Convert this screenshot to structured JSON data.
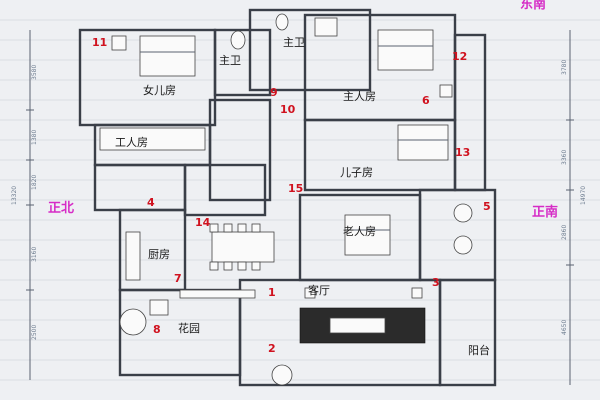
{
  "directions": {
    "north": "正北",
    "south": "正南",
    "southeast": "东南"
  },
  "rooms": {
    "daughter": "女儿房",
    "master_bath_left": "主卫",
    "master_bath_right": "主卫",
    "master_bed": "主人房",
    "maid": "工人房",
    "son": "儿子房",
    "kitchen": "厨房",
    "elder": "老人房",
    "living": "客厅",
    "garden": "花园",
    "balcony": "阳台"
  },
  "markers": [
    "1",
    "2",
    "3",
    "4",
    "5",
    "6",
    "7",
    "8",
    "9",
    "10",
    "11",
    "12",
    "13",
    "14",
    "15"
  ],
  "dimensions": {
    "left": [
      "3580",
      "1380",
      "1820",
      "13320",
      "3160",
      "2500"
    ],
    "right": [
      "3780",
      "3360",
      "2860",
      "14970",
      "4650"
    ]
  },
  "colors": {
    "marker": "#d0121f",
    "direction": "#d62cc6",
    "wall": "#3a3f48"
  }
}
